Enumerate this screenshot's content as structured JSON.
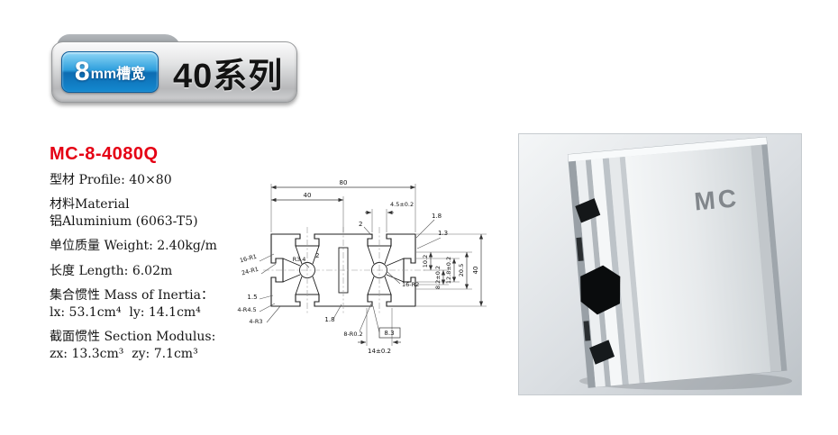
{
  "badge": {
    "slot_number": "8",
    "slot_text": "mm槽宽",
    "series": "40系列"
  },
  "product": {
    "model": "MC-8-4080Q",
    "specs": {
      "profile": "型材 Profile: 40×80",
      "material_line1": "材料Material",
      "material_line2": "铝Aluminium (6063-T5)",
      "weight": "单位质量 Weight: 2.40kg/m",
      "length": "长度 Length: 6.02m",
      "inertia_line1": "集合惯性 Mass of Inertia：",
      "inertia_line2": "lx: 53.1cm⁴  ly: 14.1cm⁴",
      "modulus_line1": "截面惯性 Section Modulus:",
      "modulus_line2": "zx: 13.3cm³  zy: 7.1cm³"
    }
  },
  "drawing": {
    "dims": {
      "total_width": "80",
      "half_width": "40",
      "slot_top": "4.5±0.2",
      "wall_18_top": "1.8",
      "wall_2_top": "2",
      "wall_13": "1.3",
      "fillet_16r1": "16-R1",
      "fillet_24r1": "24-R1",
      "radius_r34": "R3.4",
      "wall_2_left": "2",
      "wall_15": "1.5",
      "fillet_4r45": "4-R4.5",
      "fillet_4r3": "4-R3",
      "wall_18_bottom": "1.8",
      "fillet_8r02": "8-R0.2",
      "dim_83": "8.3",
      "dim_14": "14±0.2",
      "bore_16r2": "16-R2",
      "dim_102": "10.2",
      "dim_82": "8.2±0.2",
      "dim_128": "12.8±0.2",
      "dim_205": "20.5",
      "height_40": "40"
    }
  },
  "photo": {
    "brand": "MC"
  }
}
